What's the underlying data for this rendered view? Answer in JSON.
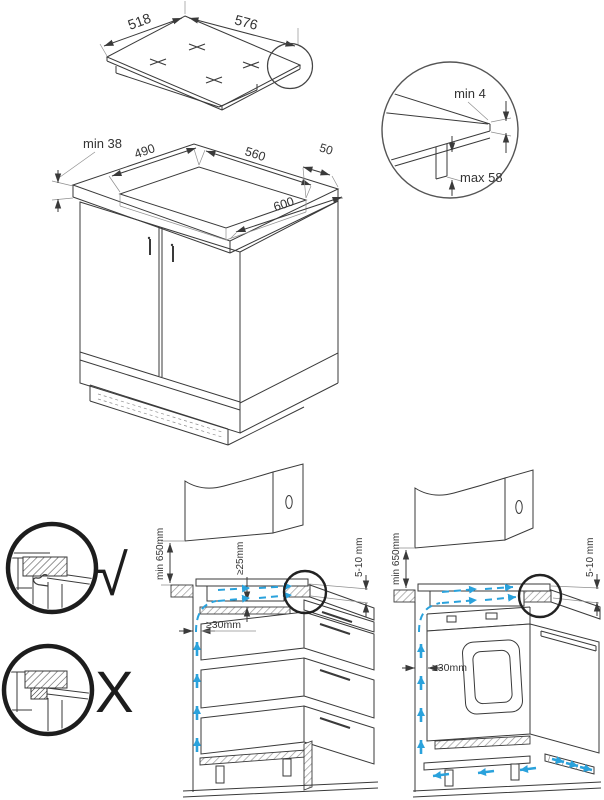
{
  "colors": {
    "airflow": "#2aa2dc",
    "line": "#3a3a3a",
    "hatch": "#9a9a9a",
    "mark": "#1d1d1d"
  },
  "hob_top_view": {
    "depth": "518",
    "width": "576"
  },
  "edge_detail": {
    "top_gap": "min 4",
    "under_depth": "max 58"
  },
  "worktop_cutout": {
    "thickness": "min 38",
    "cutout_depth": "490",
    "cutout_width": "560",
    "rear_distance": "50",
    "worktop_depth": "600"
  },
  "seal_check": {
    "correct": "√",
    "incorrect": "X"
  },
  "hood_over_cabinet": {
    "hood_height": "min 650mm",
    "under_hob_gap": "≥25mm",
    "front_gap": "5-10 mm",
    "wall_gap": "≥30mm"
  },
  "hood_over_oven": {
    "hood_height": "min 650mm",
    "front_gap": "5-10 mm",
    "wall_gap": "≥30mm"
  }
}
